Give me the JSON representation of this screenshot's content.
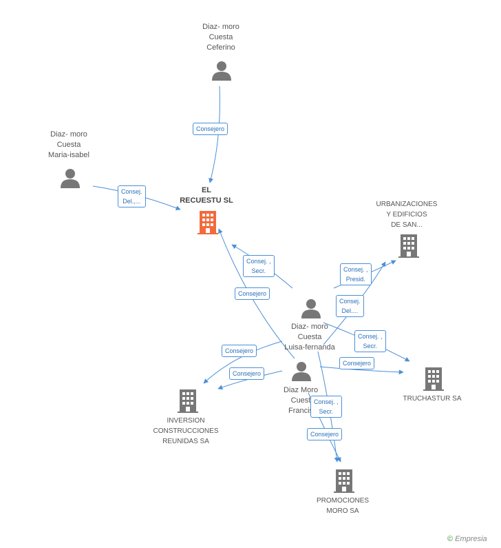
{
  "nodes": {
    "ceferino": {
      "label1": "Diaz- moro",
      "label2": "Cuesta",
      "label3": "Ceferino"
    },
    "mariaisabel": {
      "label1": "Diaz- moro",
      "label2": "Cuesta",
      "label3": "Maria-isabel"
    },
    "recuestu": {
      "label1": "EL",
      "label2": "RECUESTU SL"
    },
    "urbanizaciones": {
      "label1": "URBANIZACIONES",
      "label2": "Y EDIFICIOS",
      "label3": "DE SAN..."
    },
    "luisafernanda": {
      "label1": "Diaz- moro",
      "label2": "Cuesta",
      "label3": "Luisa-fernanda"
    },
    "francis": {
      "label1": "Diaz Moro",
      "label2": "Cuest",
      "label3": "Francis"
    },
    "truchastur": {
      "label1": "TRUCHASTUR SA"
    },
    "inversion": {
      "label1": "INVERSION",
      "label2": "CONSTRUCCIONES",
      "label3": "REUNIDAS SA"
    },
    "promociones": {
      "label1": "PROMOCIONES",
      "label2": "MORO SA"
    }
  },
  "edges": {
    "e1": {
      "l1": "Consejero"
    },
    "e2": {
      "l1": "Consej.",
      "l2": "Del.,..."
    },
    "e3": {
      "l1": "Consej. ,",
      "l2": "Secr."
    },
    "e4": {
      "l1": "Consejero"
    },
    "e5": {
      "l1": "Consej. ,",
      "l2": "Presid."
    },
    "e6": {
      "l1": "Consej.",
      "l2": "Del...."
    },
    "e7": {
      "l1": "Consej. ,",
      "l2": "Secr."
    },
    "e8": {
      "l1": "Consejero"
    },
    "e9": {
      "l1": "Consejero"
    },
    "e10": {
      "l1": "Consejero"
    },
    "e11": {
      "l1": "Consej. ,",
      "l2": "Secr."
    },
    "e12": {
      "l1": "Consejero"
    }
  },
  "colors": {
    "edge": "#4a8fd8",
    "person": "#777777",
    "company": "#777777",
    "main_company": "#f26a3d"
  },
  "watermark": {
    "symbol": "©",
    "brand": "Empresia"
  }
}
